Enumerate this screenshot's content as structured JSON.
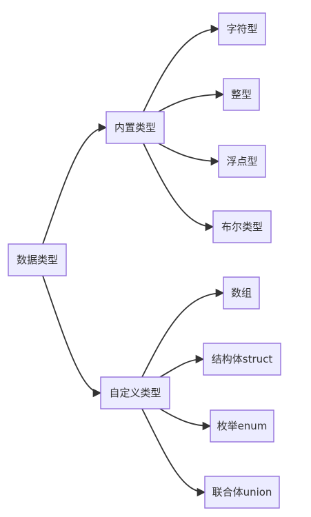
{
  "diagram": {
    "type": "mindmap-flowchart",
    "direction": "left-to-right",
    "colors": {
      "node_fill": "#ECECFF",
      "node_stroke": "#9370DB",
      "edge": "#333333",
      "text": "#333333"
    },
    "nodes": {
      "root": "数据类型",
      "builtin": "内置类型",
      "custom": "自定义类型",
      "char": "字符型",
      "int": "整型",
      "float": "浮点型",
      "bool": "布尔类型",
      "array": "数组",
      "struct": "结构体struct",
      "enum": "枚举enum",
      "union": "联合体union"
    },
    "edges": [
      [
        "root",
        "builtin"
      ],
      [
        "root",
        "custom"
      ],
      [
        "builtin",
        "char"
      ],
      [
        "builtin",
        "int"
      ],
      [
        "builtin",
        "float"
      ],
      [
        "builtin",
        "bool"
      ],
      [
        "custom",
        "array"
      ],
      [
        "custom",
        "struct"
      ],
      [
        "custom",
        "enum"
      ],
      [
        "custom",
        "union"
      ]
    ]
  }
}
